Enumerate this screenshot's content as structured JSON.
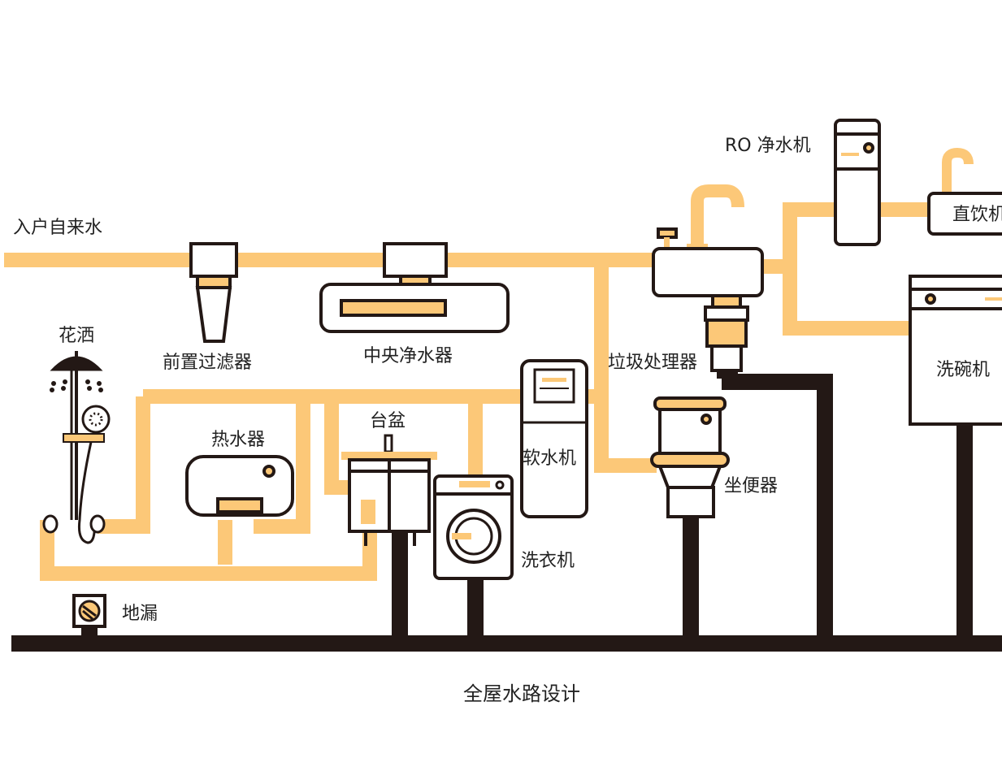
{
  "colors": {
    "supply_pipe": "#fcc878",
    "drain_pipe": "#231815",
    "outline": "#231815",
    "background": "#ffffff"
  },
  "labels": {
    "inlet": "入户自来水",
    "shower": "花洒",
    "pre_filter": "前置过滤器",
    "central_purifier": "中央净水器",
    "ro_purifier": "RO 净水机",
    "direct_drink": "直饮机",
    "garbage_disposer": "垃圾处理器",
    "dishwasher": "洗碗机",
    "water_heater": "热水器",
    "basin": "台盆",
    "softener": "软水机",
    "toilet": "坐便器",
    "washer": "洗衣机",
    "floor_drain": "地漏"
  },
  "caption": "全屋水路设计"
}
